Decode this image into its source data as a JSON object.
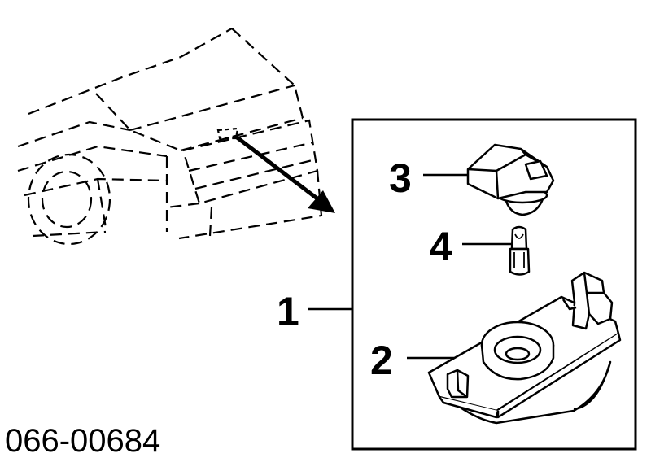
{
  "callouts": {
    "assembly": "1",
    "housing": "2",
    "socket": "3",
    "bulb": "4"
  },
  "part_number": "066-00684",
  "colors": {
    "ink": "#000000",
    "paper": "#ffffff"
  }
}
